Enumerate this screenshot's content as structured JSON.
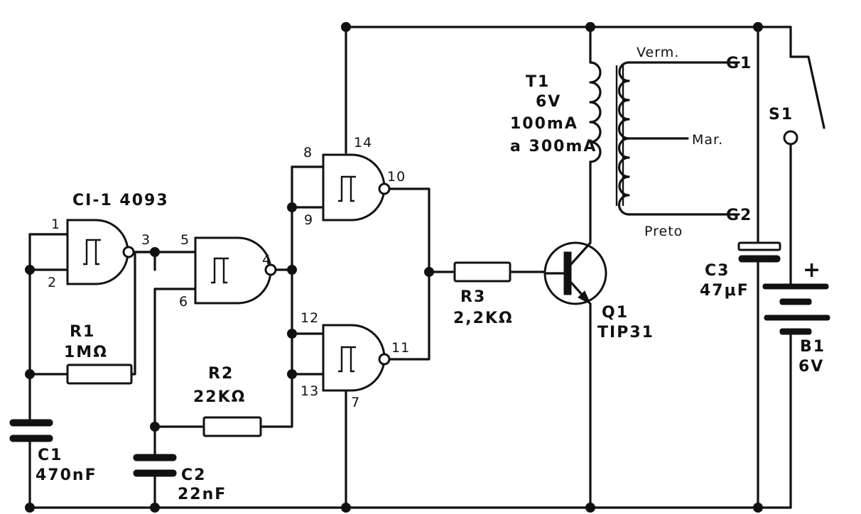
{
  "ic": {
    "name": "CI-1 4093"
  },
  "pins": [
    "1",
    "2",
    "3",
    "5",
    "4",
    "6",
    "8",
    "9",
    "14",
    "10",
    "12",
    "13",
    "11",
    "7"
  ],
  "resistors": [
    {
      "ref": "R1",
      "value": "1MΩ"
    },
    {
      "ref": "R2",
      "value": "22KΩ"
    },
    {
      "ref": "R3",
      "value": "2,2KΩ"
    }
  ],
  "capacitors": [
    {
      "ref": "C1",
      "value": "470nF"
    },
    {
      "ref": "C2",
      "value": "22nF"
    },
    {
      "ref": "C3",
      "value": "47μF"
    }
  ],
  "transistor": {
    "ref": "Q1",
    "part": "TIP31"
  },
  "transformer": {
    "ref": "T1",
    "spec": [
      "6V",
      "100mA",
      "a 300mA"
    ],
    "wires": [
      "Verm.",
      "Mar.",
      "Preto"
    ],
    "outputs": [
      "G1",
      "G2"
    ]
  },
  "battery": {
    "ref": "B1",
    "value": "6V",
    "polarity": "+"
  },
  "switch": {
    "ref": "S1"
  }
}
